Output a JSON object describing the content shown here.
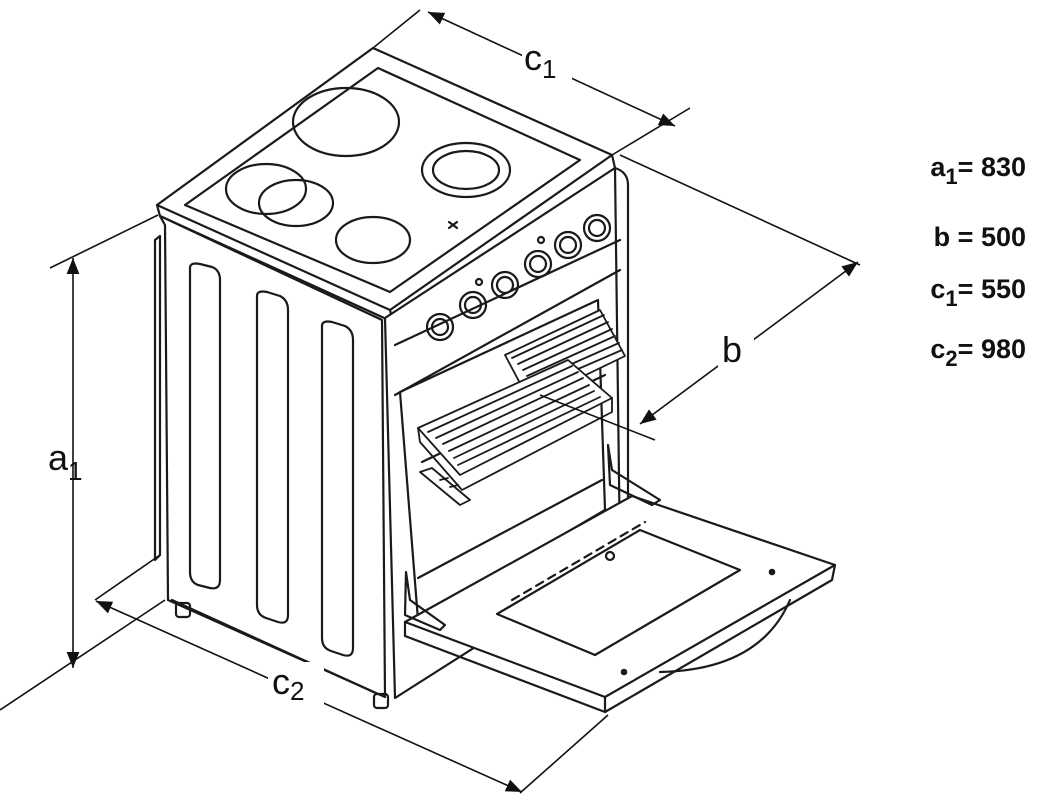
{
  "dimension_labels": {
    "a1": {
      "main": "a",
      "sub": "1"
    },
    "b": {
      "main": "b"
    },
    "c1": {
      "main": "c",
      "sub": "1"
    },
    "c2": {
      "main": "c",
      "sub": "2"
    }
  },
  "specs": [
    {
      "main": "a",
      "sub": "1",
      "value": "= 830"
    },
    {
      "main": "b",
      "sub": "",
      "value": "= 500"
    },
    {
      "main": "c",
      "sub": "1",
      "value": "= 550"
    },
    {
      "main": "c",
      "sub": "2",
      "value": "= 980"
    }
  ]
}
